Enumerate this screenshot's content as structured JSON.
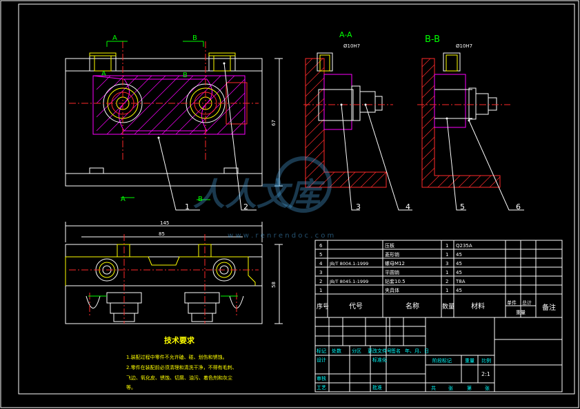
{
  "section_labels": {
    "aa": "A-A",
    "bb": "B-B",
    "a": "A",
    "b": "B",
    "a1": "A",
    "b1": "B"
  },
  "dimensions": {
    "d_top_aa": "Ø10H7",
    "d_top_bb": "Ø10H7",
    "width_total": "145",
    "width_inner": "85",
    "height_main": "67",
    "height_bottom": "58"
  },
  "balloons": [
    "1",
    "2",
    "3",
    "4",
    "5",
    "6"
  ],
  "tech_requirements": {
    "title": "技术要求",
    "lines": [
      "1.装配过程中零件不允许磕、碰、划伤和锈蚀。",
      "2.零件在装配前必须清理和清洗干净，不得有毛刺、",
      "飞边、氧化皮、锈蚀、切屑、油污、着色剂和灰尘",
      "等。"
    ]
  },
  "parts_table": {
    "rows": [
      {
        "no": "6",
        "code": "",
        "name": "压板",
        "qty": "1",
        "material": "Q235A"
      },
      {
        "no": "5",
        "code": "",
        "name": "菱形销",
        "qty": "1",
        "material": "45"
      },
      {
        "no": "4",
        "code": "JB/T 8004.1-1999",
        "name": "螺母M12",
        "qty": "3",
        "material": "45"
      },
      {
        "no": "3",
        "code": "",
        "name": "平圆销",
        "qty": "1",
        "material": "45"
      },
      {
        "no": "2",
        "code": "JB/T 8045.1-1999",
        "name": "钻套10.5",
        "qty": "2",
        "material": "T8A"
      },
      {
        "no": "1",
        "code": "",
        "name": "夹具体",
        "qty": "1",
        "material": "45"
      }
    ],
    "headers": {
      "no": "序号",
      "code": "代号",
      "name": "名称",
      "qty": "数量",
      "material": "材料",
      "unit": "单件",
      "total": "总计",
      "weight": "重量",
      "remark": "备注"
    }
  },
  "title_block": {
    "mark": "标记",
    "count": "处数",
    "zone": "分区",
    "doc": "更改文件号",
    "sign": "签名",
    "date": "年、月、日",
    "design": "设计",
    "standard": "标准化",
    "stage": "阶段标记",
    "weight": "重量",
    "scale": "比例",
    "scale_value": "2:1",
    "review": "审核",
    "process": "工艺",
    "approve": "批准",
    "sheets_total": "共",
    "sheets_label": "张",
    "sheet_no": "第",
    "sheet_label": "张"
  },
  "watermark": {
    "text": "人人文库",
    "url": "w w w . r e n r e n d o c . c o m"
  }
}
